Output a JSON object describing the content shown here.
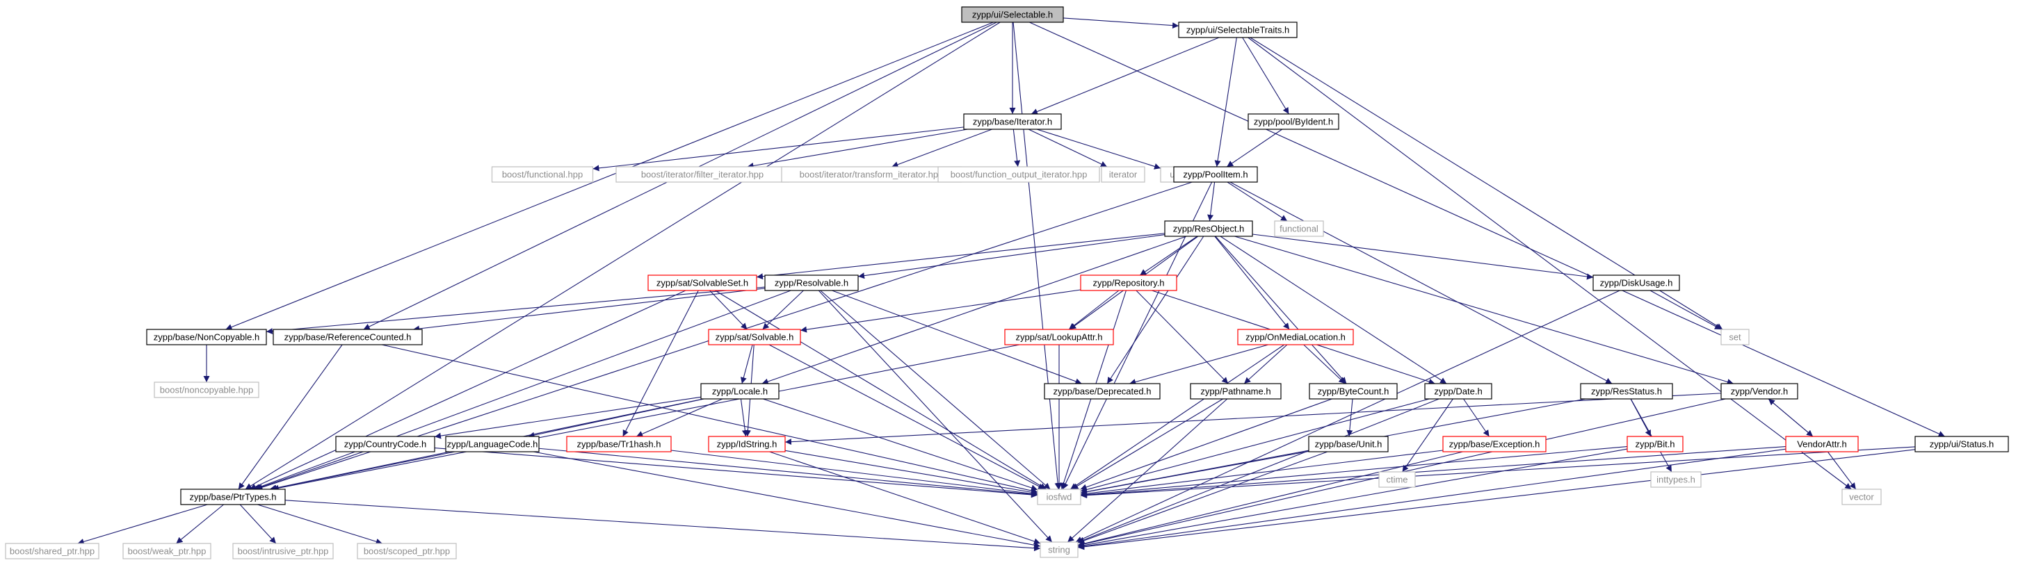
{
  "colors": {
    "edge": "#191970",
    "box_border": "#000000",
    "box_truncated_border": "#ff0000",
    "box_external_border": "#bfbfbf",
    "root_fill": "#bfbfbf",
    "external_text": "#8c8c8c"
  },
  "nodes": [
    {
      "id": "root",
      "label": "zypp/ui/Selectable.h",
      "style": "root"
    },
    {
      "id": "seltraits",
      "label": "zypp/ui/SelectableTraits.h",
      "style": "normal"
    },
    {
      "id": "iterator",
      "label": "zypp/base/Iterator.h",
      "style": "normal"
    },
    {
      "id": "byident",
      "label": "zypp/pool/ByIdent.h",
      "style": "normal"
    },
    {
      "id": "boostfunc",
      "label": "boost/functional.hpp",
      "style": "external"
    },
    {
      "id": "filteriter",
      "label": "boost/iterator/filter_iterator.hpp",
      "style": "external"
    },
    {
      "id": "transiter",
      "label": "boost/iterator/transform_iterator.hpp",
      "style": "external"
    },
    {
      "id": "funcout",
      "label": "boost/function_output_iterator.hpp",
      "style": "external"
    },
    {
      "id": "iteratorstd",
      "label": "iterator",
      "style": "external"
    },
    {
      "id": "utility",
      "label": "utility",
      "style": "external"
    },
    {
      "id": "poolitem",
      "label": "zypp/PoolItem.h",
      "style": "normal"
    },
    {
      "id": "functional",
      "label": "functional",
      "style": "external"
    },
    {
      "id": "resobject",
      "label": "zypp/ResObject.h",
      "style": "normal"
    },
    {
      "id": "solvableset",
      "label": "zypp/sat/SolvableSet.h",
      "style": "truncated"
    },
    {
      "id": "resolvable",
      "label": "zypp/Resolvable.h",
      "style": "normal"
    },
    {
      "id": "repository",
      "label": "zypp/Repository.h",
      "style": "truncated"
    },
    {
      "id": "diskusage",
      "label": "zypp/DiskUsage.h",
      "style": "normal"
    },
    {
      "id": "set",
      "label": "set",
      "style": "external"
    },
    {
      "id": "noncopyable",
      "label": "zypp/base/NonCopyable.h",
      "style": "normal"
    },
    {
      "id": "refcounted",
      "label": "zypp/base/ReferenceCounted.h",
      "style": "normal"
    },
    {
      "id": "solvable",
      "label": "zypp/sat/Solvable.h",
      "style": "truncated"
    },
    {
      "id": "lookupattr",
      "label": "zypp/sat/LookupAttr.h",
      "style": "truncated"
    },
    {
      "id": "onmedia",
      "label": "zypp/OnMediaLocation.h",
      "style": "truncated"
    },
    {
      "id": "boostnoncopy",
      "label": "boost/noncopyable.hpp",
      "style": "external"
    },
    {
      "id": "deprecated",
      "label": "zypp/base/Deprecated.h",
      "style": "normal"
    },
    {
      "id": "pathname",
      "label": "zypp/Pathname.h",
      "style": "normal"
    },
    {
      "id": "bytecount",
      "label": "zypp/ByteCount.h",
      "style": "normal"
    },
    {
      "id": "date",
      "label": "zypp/Date.h",
      "style": "normal"
    },
    {
      "id": "resstatus",
      "label": "zypp/ResStatus.h",
      "style": "normal"
    },
    {
      "id": "vendor",
      "label": "zypp/Vendor.h",
      "style": "normal"
    },
    {
      "id": "locale",
      "label": "zypp/Locale.h",
      "style": "normal"
    },
    {
      "id": "countrycode",
      "label": "zypp/CountryCode.h",
      "style": "normal"
    },
    {
      "id": "langcode",
      "label": "zypp/LanguageCode.h",
      "style": "normal"
    },
    {
      "id": "tr1hash",
      "label": "zypp/base/Tr1hash.h",
      "style": "truncated"
    },
    {
      "id": "idstring",
      "label": "zypp/IdString.h",
      "style": "truncated"
    },
    {
      "id": "unit",
      "label": "zypp/base/Unit.h",
      "style": "normal"
    },
    {
      "id": "ctime",
      "label": "ctime",
      "style": "external"
    },
    {
      "id": "exception",
      "label": "zypp/base/Exception.h",
      "style": "truncated"
    },
    {
      "id": "inttypes",
      "label": "inttypes.h",
      "style": "external"
    },
    {
      "id": "bit",
      "label": "zypp/Bit.h",
      "style": "truncated"
    },
    {
      "id": "vendorattr",
      "label": "VendorAttr.h",
      "style": "truncated"
    },
    {
      "id": "vector",
      "label": "vector",
      "style": "external"
    },
    {
      "id": "status",
      "label": "zypp/ui/Status.h",
      "style": "normal"
    },
    {
      "id": "ptrtypes",
      "label": "zypp/base/PtrTypes.h",
      "style": "normal"
    },
    {
      "id": "iosfwd",
      "label": "iosfwd",
      "style": "external"
    },
    {
      "id": "string",
      "label": "string",
      "style": "external"
    },
    {
      "id": "sharedptr",
      "label": "boost/shared_ptr.hpp",
      "style": "external"
    },
    {
      "id": "weakptr",
      "label": "boost/weak_ptr.hpp",
      "style": "external"
    },
    {
      "id": "intrusiveptr",
      "label": "boost/intrusive_ptr.hpp",
      "style": "external"
    },
    {
      "id": "scopedptr",
      "label": "boost/scoped_ptr.hpp",
      "style": "external"
    }
  ],
  "edges": [
    [
      "root",
      "seltraits"
    ],
    [
      "root",
      "iterator"
    ],
    [
      "root",
      "noncopyable"
    ],
    [
      "root",
      "refcounted"
    ],
    [
      "root",
      "ptrtypes"
    ],
    [
      "root",
      "iosfwd"
    ],
    [
      "root",
      "status"
    ],
    [
      "seltraits",
      "iterator"
    ],
    [
      "seltraits",
      "byident"
    ],
    [
      "seltraits",
      "poolitem"
    ],
    [
      "seltraits",
      "set"
    ],
    [
      "seltraits",
      "vector"
    ],
    [
      "iterator",
      "boostfunc"
    ],
    [
      "iterator",
      "filteriter"
    ],
    [
      "iterator",
      "transiter"
    ],
    [
      "iterator",
      "funcout"
    ],
    [
      "iterator",
      "iteratorstd"
    ],
    [
      "iterator",
      "utility"
    ],
    [
      "byident",
      "poolitem"
    ],
    [
      "poolitem",
      "resobject"
    ],
    [
      "poolitem",
      "functional"
    ],
    [
      "poolitem",
      "resstatus"
    ],
    [
      "poolitem",
      "ptrtypes"
    ],
    [
      "poolitem",
      "iosfwd"
    ],
    [
      "resobject",
      "solvableset"
    ],
    [
      "resobject",
      "resolvable"
    ],
    [
      "resobject",
      "repository"
    ],
    [
      "resobject",
      "diskusage"
    ],
    [
      "resobject",
      "lookupattr"
    ],
    [
      "resobject",
      "onmedia"
    ],
    [
      "resobject",
      "deprecated"
    ],
    [
      "resobject",
      "bytecount"
    ],
    [
      "resobject",
      "date"
    ],
    [
      "resobject",
      "vendor"
    ],
    [
      "resobject",
      "locale"
    ],
    [
      "solvableset",
      "solvable"
    ],
    [
      "solvableset",
      "tr1hash"
    ],
    [
      "solvableset",
      "ptrtypes"
    ],
    [
      "solvableset",
      "iosfwd"
    ],
    [
      "resolvable",
      "noncopyable"
    ],
    [
      "resolvable",
      "refcounted"
    ],
    [
      "resolvable",
      "solvable"
    ],
    [
      "resolvable",
      "deprecated"
    ],
    [
      "resolvable",
      "ptrtypes"
    ],
    [
      "resolvable",
      "iosfwd"
    ],
    [
      "resolvable",
      "string"
    ],
    [
      "repository",
      "solvable"
    ],
    [
      "repository",
      "lookupattr"
    ],
    [
      "repository",
      "pathname"
    ],
    [
      "repository",
      "date"
    ],
    [
      "repository",
      "iosfwd"
    ],
    [
      "diskusage",
      "set"
    ],
    [
      "diskusage",
      "string"
    ],
    [
      "noncopyable",
      "boostnoncopy"
    ],
    [
      "refcounted",
      "ptrtypes"
    ],
    [
      "refcounted",
      "iosfwd"
    ],
    [
      "solvable",
      "locale"
    ],
    [
      "solvable",
      "idstring"
    ],
    [
      "solvable",
      "iosfwd"
    ],
    [
      "lookupattr",
      "iosfwd"
    ],
    [
      "lookupattr",
      "ptrtypes"
    ],
    [
      "onmedia",
      "deprecated"
    ],
    [
      "onmedia",
      "pathname"
    ],
    [
      "onmedia",
      "bytecount"
    ],
    [
      "onmedia",
      "iosfwd"
    ],
    [
      "pathname",
      "iosfwd"
    ],
    [
      "pathname",
      "string"
    ],
    [
      "bytecount",
      "unit"
    ],
    [
      "bytecount",
      "iosfwd"
    ],
    [
      "date",
      "ctime"
    ],
    [
      "date",
      "exception"
    ],
    [
      "date",
      "iosfwd"
    ],
    [
      "date",
      "string"
    ],
    [
      "resstatus",
      "bit"
    ],
    [
      "resstatus",
      "inttypes"
    ],
    [
      "resstatus",
      "iosfwd"
    ],
    [
      "vendor",
      "vendorattr"
    ],
    [
      "vendor",
      "idstring"
    ],
    [
      "vendor",
      "string"
    ],
    [
      "vendorattr",
      "vendor"
    ],
    [
      "vendorattr",
      "vector"
    ],
    [
      "vendorattr",
      "iosfwd"
    ],
    [
      "vendorattr",
      "string"
    ],
    [
      "locale",
      "countrycode"
    ],
    [
      "locale",
      "langcode"
    ],
    [
      "locale",
      "tr1hash"
    ],
    [
      "locale",
      "idstring"
    ],
    [
      "locale",
      "ptrtypes"
    ],
    [
      "locale",
      "iosfwd"
    ],
    [
      "countrycode",
      "ptrtypes"
    ],
    [
      "countrycode",
      "iosfwd"
    ],
    [
      "langcode",
      "ptrtypes"
    ],
    [
      "langcode",
      "iosfwd"
    ],
    [
      "langcode",
      "string"
    ],
    [
      "tr1hash",
      "iosfwd"
    ],
    [
      "idstring",
      "iosfwd"
    ],
    [
      "idstring",
      "string"
    ],
    [
      "unit",
      "iosfwd"
    ],
    [
      "unit",
      "string"
    ],
    [
      "exception",
      "iosfwd"
    ],
    [
      "exception",
      "string"
    ],
    [
      "bit",
      "iosfwd"
    ],
    [
      "bit",
      "string"
    ],
    [
      "status",
      "iosfwd"
    ],
    [
      "status",
      "string"
    ],
    [
      "ptrtypes",
      "sharedptr"
    ],
    [
      "ptrtypes",
      "weakptr"
    ],
    [
      "ptrtypes",
      "intrusiveptr"
    ],
    [
      "ptrtypes",
      "scopedptr"
    ],
    [
      "ptrtypes",
      "string"
    ]
  ]
}
